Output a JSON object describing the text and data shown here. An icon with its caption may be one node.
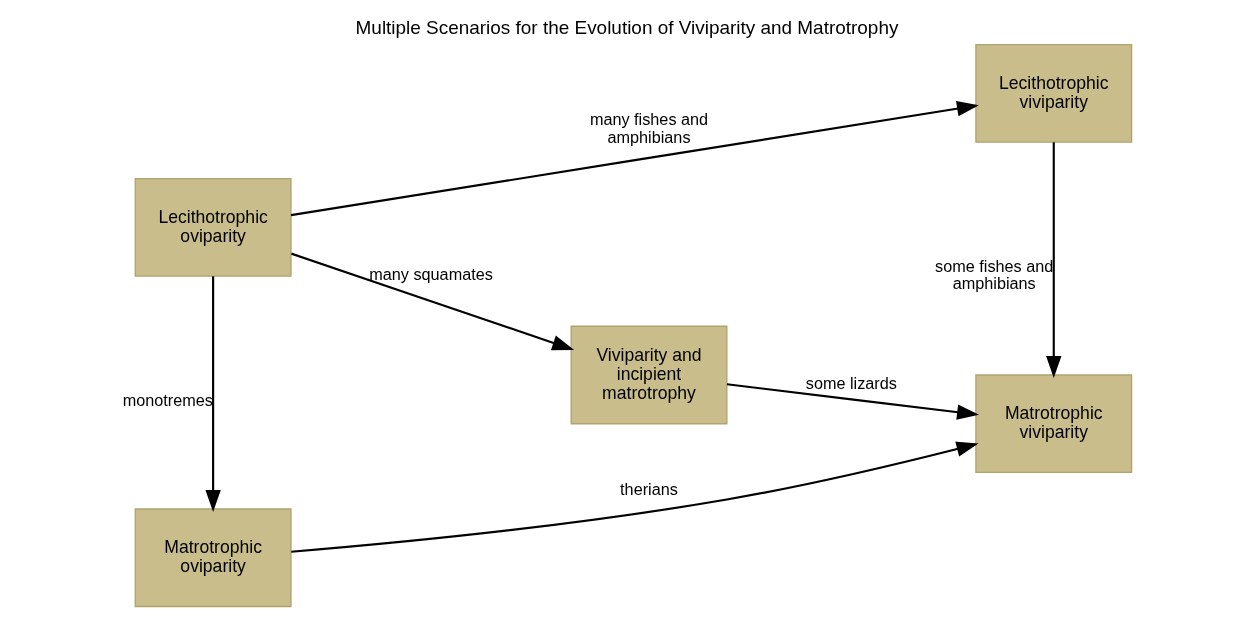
{
  "diagram": {
    "title": "Multiple Scenarios for the Evolution of Viviparity and Matrotrophy",
    "nodes": [
      {
        "text": [
          "Lecithotrophic oviparity"
        ]
      },
      {
        "text": [
          "Lecithotrophic viviparity"
        ]
      },
      {
        "text": [
          "Matrotrophic oviparity"
        ]
      },
      {
        "text": [
          "Viviparity and incipient matrotrophy"
        ]
      },
      {
        "text": [
          "Matrotrophic viviparity"
        ]
      }
    ],
    "edges": [
      {
        "from": 0,
        "to": 1,
        "arrow": "to",
        "label": "many fishes and amphibians"
      },
      {
        "from": 0,
        "to": 2,
        "arrow": "to",
        "label": "monotremes"
      },
      {
        "from": 0,
        "to": 3,
        "arrow": "to",
        "label": "many squamates"
      },
      {
        "from": 1,
        "to": 4,
        "arrow": "to",
        "label": "some fishes and amphibians"
      },
      {
        "from": 3,
        "to": 4,
        "arrow": "to",
        "label": "some lizards"
      },
      {
        "from": 2,
        "to": 4,
        "arrow": "to",
        "label": "therians"
      }
    ]
  }
}
